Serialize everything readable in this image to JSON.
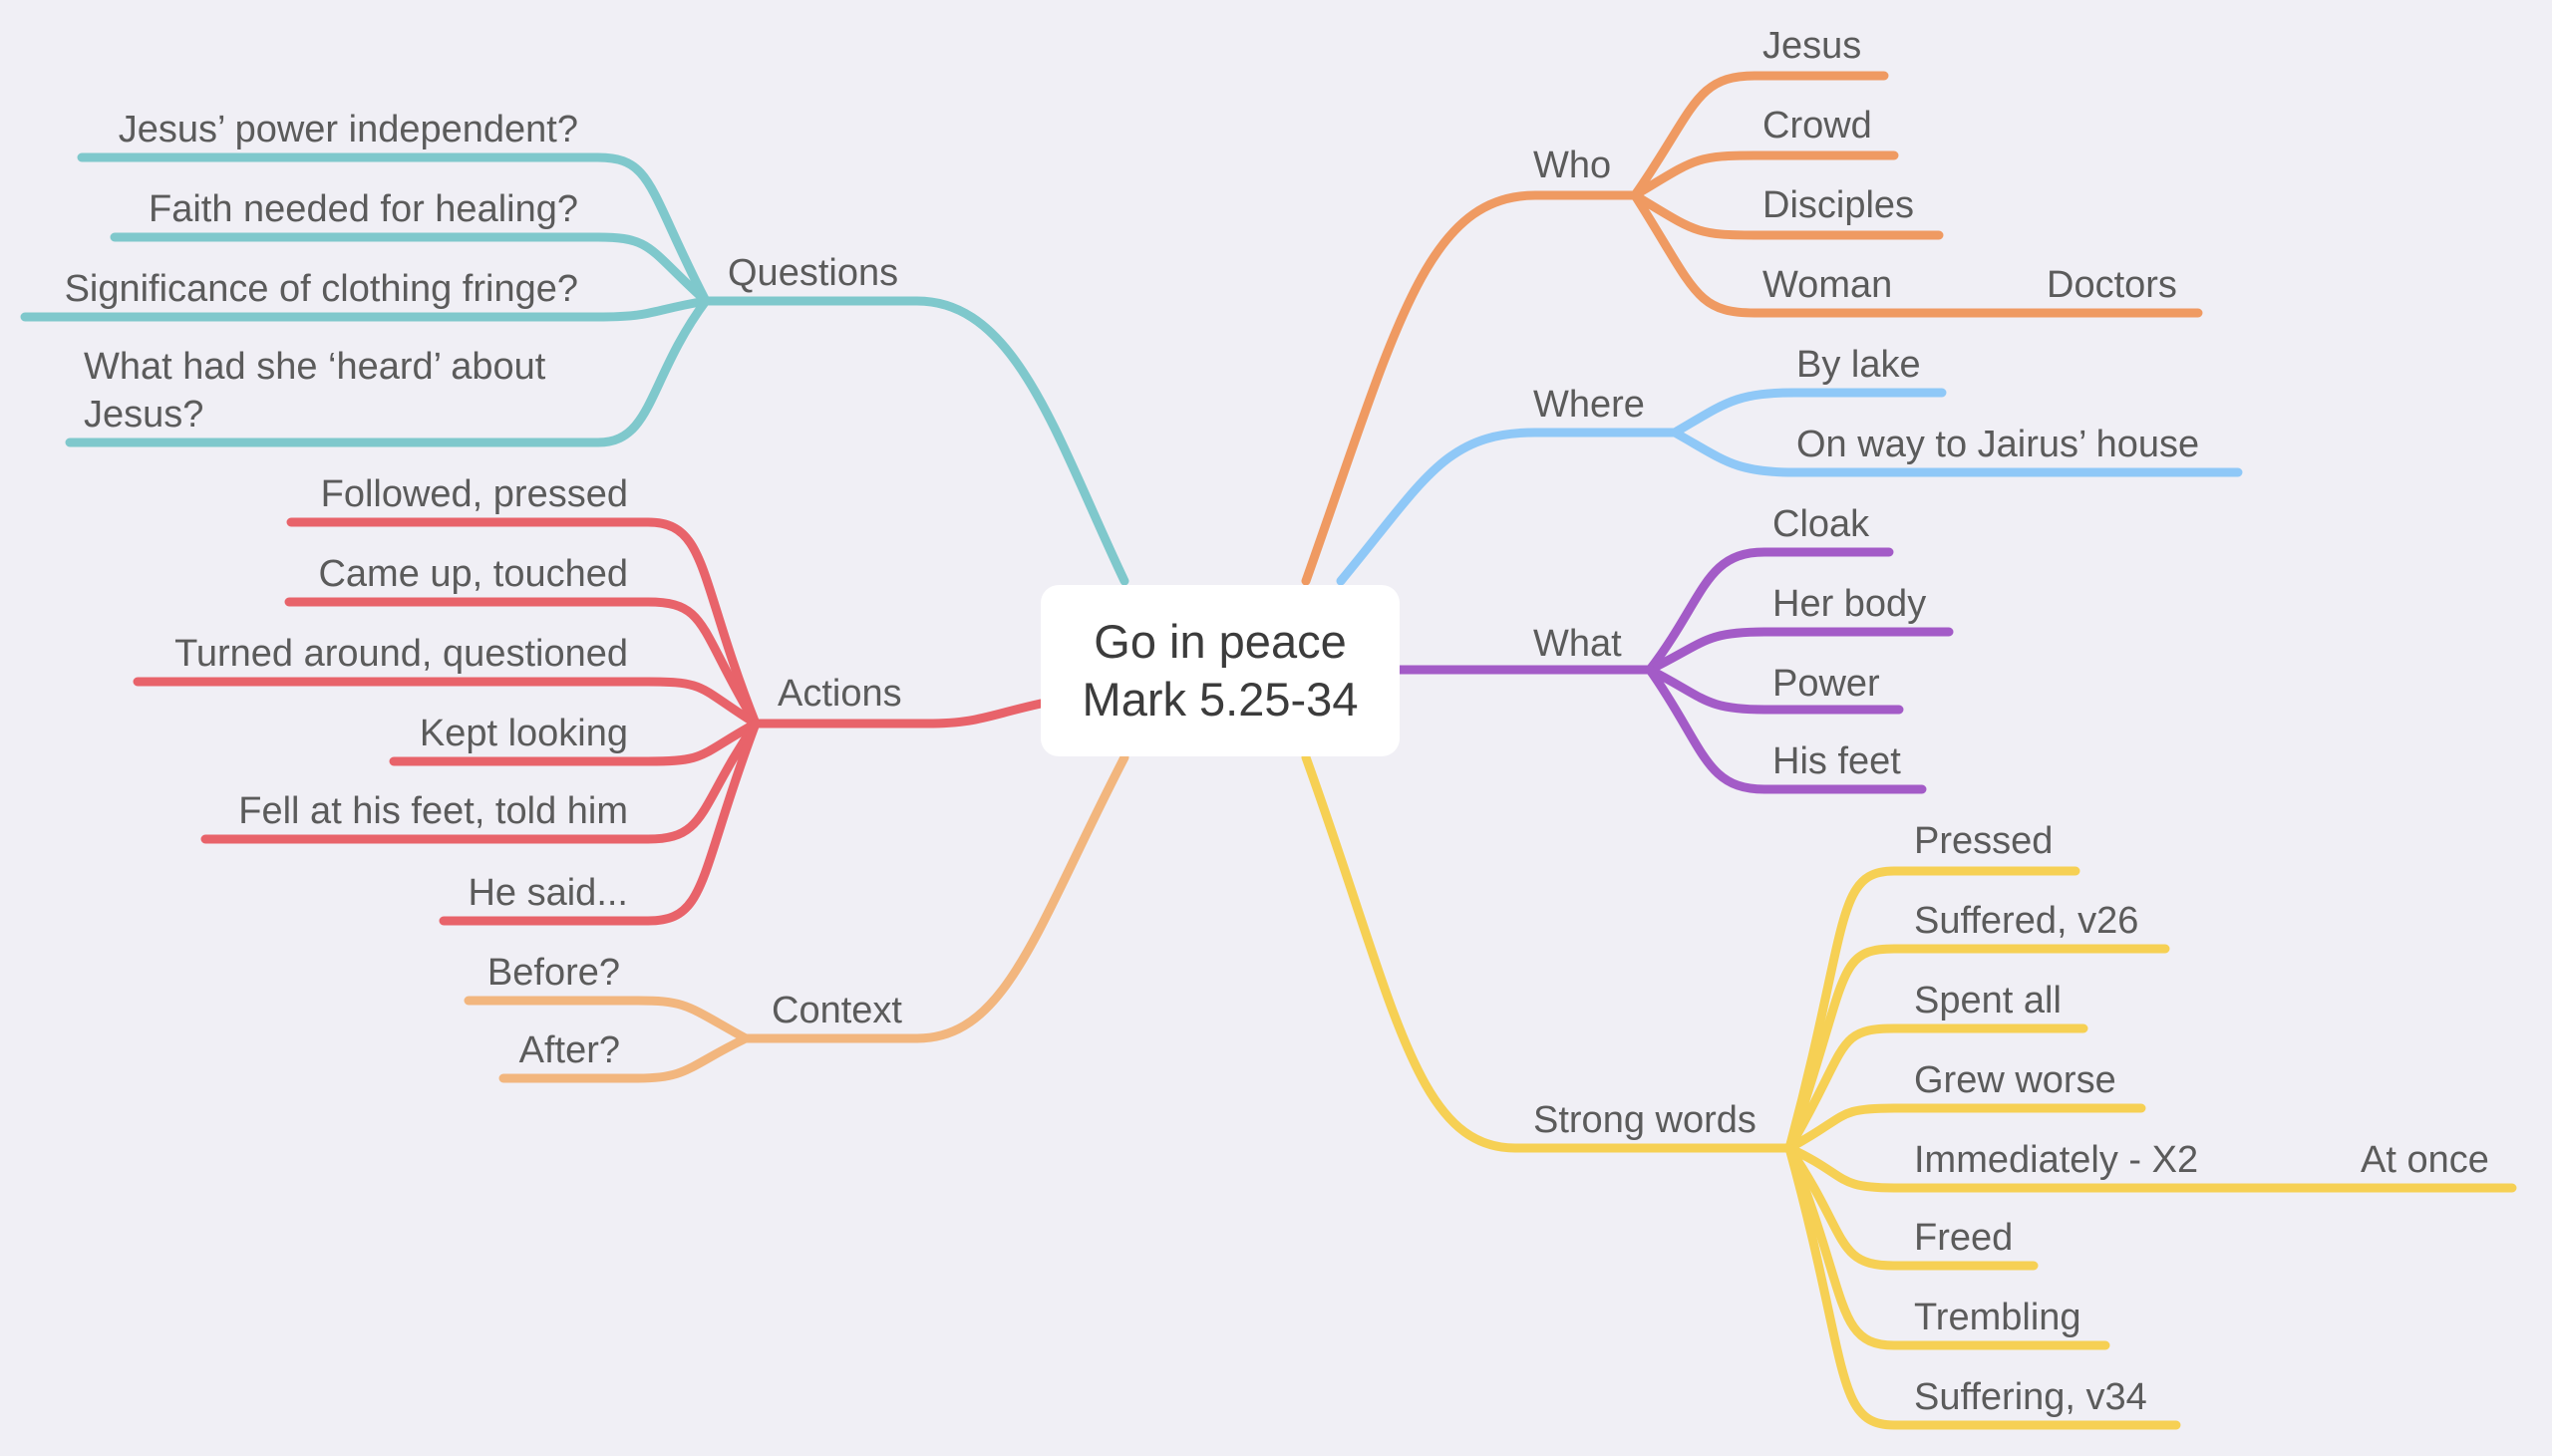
{
  "central_topic": {
    "line1": "Go in peace",
    "line2": "Mark 5.25-34"
  },
  "branches": {
    "who": {
      "label": "Who",
      "color": "#ef9a62",
      "children": [
        "Jesus",
        "Crowd",
        "Disciples",
        "Woman"
      ],
      "grandchild": "Doctors"
    },
    "where": {
      "label": "Where",
      "color": "#8fc8f7",
      "children": [
        "By lake",
        "On way to Jairus’ house"
      ]
    },
    "what": {
      "label": "What",
      "color": "#a35bc7",
      "children": [
        "Cloak",
        "Her body",
        "Power",
        "His feet"
      ]
    },
    "strong": {
      "label": "Strong words",
      "color": "#f6d054",
      "children": [
        "Pressed",
        "Suffered, v26",
        "Spent all",
        "Grew worse",
        "Immediately - X2",
        "Freed",
        "Trembling",
        "Suffering, v34"
      ],
      "grandchild": "At once"
    },
    "questions": {
      "label": "Questions",
      "color": "#7fc8cc",
      "children": [
        "Jesus’ power independent?",
        "Faith needed for healing?",
        "Significance of clothing fringe?",
        "What had she ‘heard’ about Jesus?"
      ]
    },
    "actions": {
      "label": "Actions",
      "color": "#e8636a",
      "children": [
        "Followed, pressed",
        "Came up, touched",
        "Turned around, questioned",
        "Kept looking",
        "Fell at his feet, told him",
        "He said..."
      ]
    },
    "context": {
      "label": "Context",
      "color": "#f2b67e",
      "children": [
        "Before?",
        "After?"
      ]
    }
  }
}
